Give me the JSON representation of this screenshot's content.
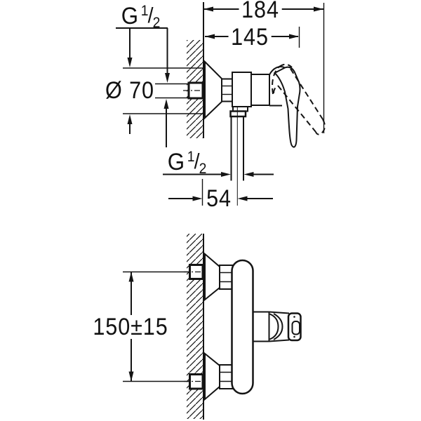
{
  "meta": {
    "background_color": "#ffffff",
    "line_color": "#141414",
    "drawing_type": "faucet-installation-dimensions"
  },
  "labels": {
    "thread_top": {
      "prefix": "G",
      "numerator": "1",
      "slash": "/",
      "denominator": "2"
    },
    "thread_outlet": {
      "prefix": "G",
      "numerator": "1",
      "slash": "/",
      "denominator": "2"
    },
    "depth_total": "184",
    "depth_to_cartridge": "145",
    "escutcheon_diameter": "Ø 70",
    "outlet_wall_offset": "54",
    "inlet_spacing": "150±15"
  }
}
